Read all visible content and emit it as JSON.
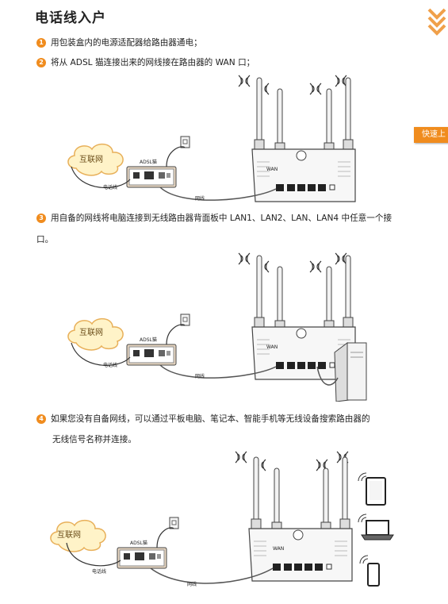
{
  "page": {
    "title": "电话线入户",
    "side_tab": "快速上"
  },
  "steps": [
    {
      "num": "1",
      "text": "用包装盒内的电源适配器给路由器通电；"
    },
    {
      "num": "2",
      "text": "将从 ADSL 猫连接出来的网线接在路由器的 WAN 口；"
    },
    {
      "num": "3",
      "text": "用自备的网线将电脑连接到无线路由器背面板中 LAN1、LAN2、LAN、LAN4 中任意一个接",
      "cont": "口。"
    },
    {
      "num": "4",
      "text": "如果您没有自备网线，可以通过平板电脑、笔记本、智能手机等无线设备搜索路由器的",
      "cont": "无线信号名称并连接。"
    }
  ],
  "diagram": {
    "cloud_label": "互联网",
    "modem_label": "ADSL猫",
    "phone_line_label": "电话线",
    "network_cable_label": "网线",
    "wan_label": "WAN"
  },
  "colors": {
    "accent": "#f08c1e",
    "cloud_fill": "#fff3c8",
    "cloud_stroke": "#e8b05a"
  },
  "icons": [
    "chevron-down-icon",
    "wifi-signal-icon",
    "tablet-icon",
    "laptop-icon",
    "smartphone-icon",
    "wall-socket-icon"
  ]
}
